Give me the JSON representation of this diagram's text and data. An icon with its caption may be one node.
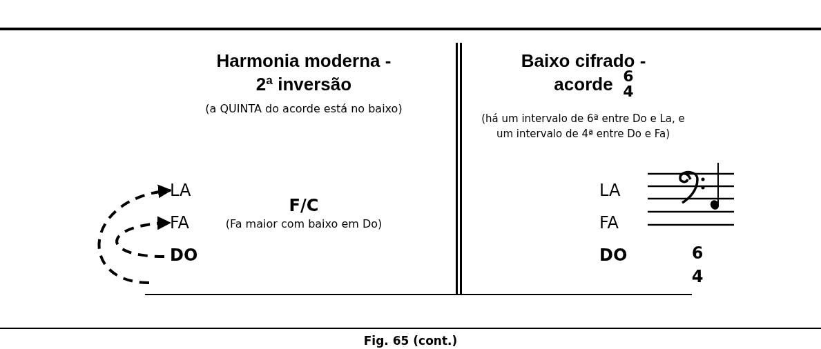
{
  "diagram": {
    "caption": "Fig. 65 (cont.)",
    "nodes": [
      {
        "text": [
          "LA"
        ]
      },
      {
        "text": [
          "FA"
        ]
      },
      {
        "text": [
          "DO"
        ]
      }
    ],
    "edges": [
      {
        "from": 2,
        "to": 1,
        "arrow": "to",
        "style": "dashed"
      },
      {
        "from": 2,
        "to": 0,
        "arrow": "to",
        "style": "dashed"
      }
    ],
    "labels": [
      "Harmonia moderna - 2ª inversão",
      "(a QUINTA do acorde está no baixo)",
      "F/C",
      "(Fa maior com baixo em Do)",
      "Baixo cifrado - acorde",
      "6",
      "4",
      "(há um intervalo de 6ª entre Do e La, e um intervalo de 4ª entre Do e Fa)",
      "LA",
      "FA",
      "DO",
      "6",
      "4"
    ]
  }
}
